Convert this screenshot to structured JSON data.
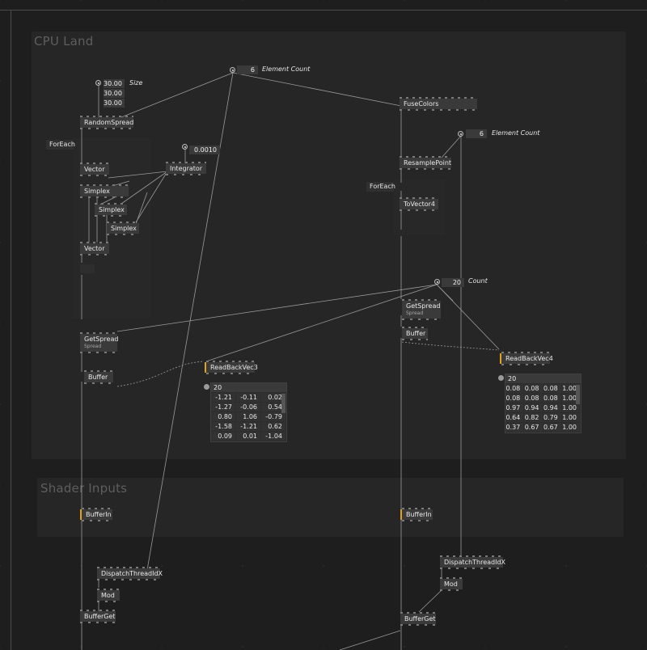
{
  "regions": {
    "cpu_land": "CPU Land",
    "shader_inputs": "Shader Inputs"
  },
  "labels": {
    "size": "Size",
    "element_count": "Element Count",
    "count": "Count"
  },
  "iobox_values": {
    "size_x": "30.00",
    "size_y": "30.00",
    "size_z": "30.00",
    "element_count_left": "6",
    "element_count_right": "6",
    "integrator_value": "0.0010",
    "count": "20"
  },
  "nodes": {
    "random_spread": "RandomSpread",
    "foreach_left": "ForEach",
    "vector_top": "Vector",
    "simplex_1": "Simplex",
    "simplex_2": "Simplex",
    "simplex_3": "Simplex",
    "vector_bottom": "Vector",
    "integrator": "Integrator",
    "get_spread_left": "GetSpread",
    "get_spread_left_sub": "Spread",
    "buffer_left": "Buffer",
    "read_back_vec3": "ReadBackVec3",
    "fuse_colors": "FuseColors",
    "resample_point": "ResamplePoint",
    "foreach_right": "ForEach",
    "to_vector4": "ToVector4",
    "get_spread_right": "GetSpread",
    "get_spread_right_sub": "Spread",
    "buffer_right": "Buffer",
    "read_back_vec4": "ReadBackVec4",
    "buffer_in_left": "BufferIn",
    "buffer_in_right": "BufferIn",
    "dispatch_left": "DispatchThreadIdX",
    "mod_left": "Mod",
    "buffer_get_left": "BufferGet",
    "dispatch_right": "DispatchThreadIdX",
    "mod_right": "Mod",
    "buffer_get_right": "BufferGet"
  },
  "vec3_table": {
    "count": "20",
    "rows": [
      [
        "-1.21",
        "-0.11",
        "0.02"
      ],
      [
        "-1.27",
        "-0.06",
        "0.54"
      ],
      [
        "0.80",
        "1.06",
        "-0.79"
      ],
      [
        "-1.58",
        "-1.21",
        "0.62"
      ],
      [
        "0.09",
        "0.01",
        "-1.04"
      ]
    ]
  },
  "vec4_table": {
    "count": "20",
    "rows": [
      [
        "0.08",
        "0.08",
        "0.08",
        "1.00"
      ],
      [
        "0.08",
        "0.08",
        "0.08",
        "1.00"
      ],
      [
        "0.97",
        "0.94",
        "0.94",
        "1.00"
      ],
      [
        "0.64",
        "0.82",
        "0.79",
        "1.00"
      ],
      [
        "0.37",
        "0.67",
        "0.67",
        "1.00"
      ]
    ]
  },
  "colors": {
    "background": "#1e1e1e",
    "region": "#262626",
    "node": "#3a3a3a",
    "wire": "#9a9a9a",
    "accent_pin": "#e0a020"
  }
}
